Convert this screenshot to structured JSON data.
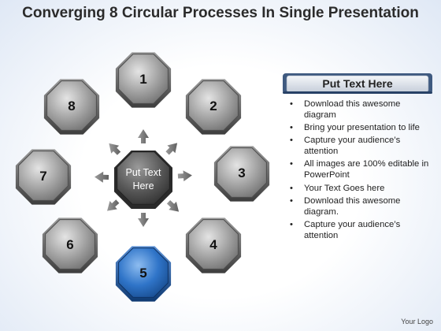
{
  "title": "Converging 8 Circular Processes In Single Presentation",
  "center_label_line1": "Put Text",
  "center_label_line2": "Here",
  "nodes": [
    {
      "label": "1",
      "color": "gray"
    },
    {
      "label": "2",
      "color": "gray"
    },
    {
      "label": "3",
      "color": "gray"
    },
    {
      "label": "4",
      "color": "gray"
    },
    {
      "label": "5",
      "color": "blue"
    },
    {
      "label": "6",
      "color": "gray"
    },
    {
      "label": "7",
      "color": "gray"
    },
    {
      "label": "8",
      "color": "gray"
    }
  ],
  "panel": {
    "title": "Put Text Here",
    "bullet_glyph": "•",
    "items": [
      "Download this awesome diagram",
      "Bring your presentation to life",
      "Capture your audience’s attention",
      "All images are 100% editable in PowerPoint",
      "Your Text Goes here",
      "Download this awesome diagram.",
      "Capture your audience’s attention"
    ]
  },
  "logo": "Your Logo",
  "colors": {
    "gray_fill": "#7d7d7d",
    "gray_light": "#c9c9c9",
    "blue_fill": "#1f5fae",
    "blue_light": "#7fb0e6",
    "center_fill": "#4a4a4a",
    "arrow": "#7a7a7a",
    "panel_header": "#d7dde6",
    "panel_header_border": "#5a6f8a"
  }
}
